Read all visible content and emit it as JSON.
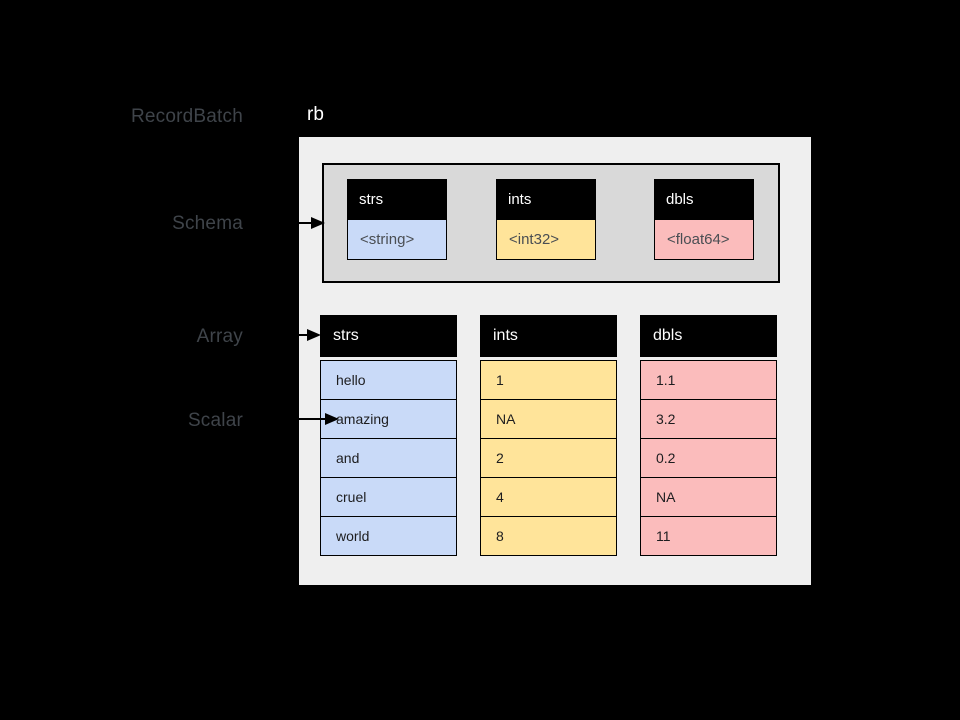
{
  "colors": {
    "background": "#000000",
    "panel_bg": "#efefef",
    "schema_bg": "#d9d9d9",
    "header_bg": "#000000",
    "header_text": "#ffffff",
    "blue": "#c9daf8",
    "yellow": "#ffe49a",
    "pink": "#fbbcbc",
    "side_label_text": "#3f444a",
    "arrow": "#000000"
  },
  "side_labels": {
    "record_batch": "RecordBatch",
    "schema": "Schema",
    "array": "Array",
    "scalar": "Scalar"
  },
  "panel": {
    "variable_name": "rb"
  },
  "schema": {
    "fields": [
      {
        "name": "strs",
        "type": "<string>"
      },
      {
        "name": "ints",
        "type": "<int32>"
      },
      {
        "name": "dbls",
        "type": "<float64>"
      }
    ]
  },
  "arrays": [
    {
      "name": "strs",
      "values": [
        "hello",
        "amazing",
        "and",
        "cruel",
        "world"
      ]
    },
    {
      "name": "ints",
      "values": [
        "1",
        "NA",
        "2",
        "4",
        "8"
      ]
    },
    {
      "name": "dbls",
      "values": [
        "1.1",
        "3.2",
        "0.2",
        "NA",
        "11"
      ]
    }
  ]
}
